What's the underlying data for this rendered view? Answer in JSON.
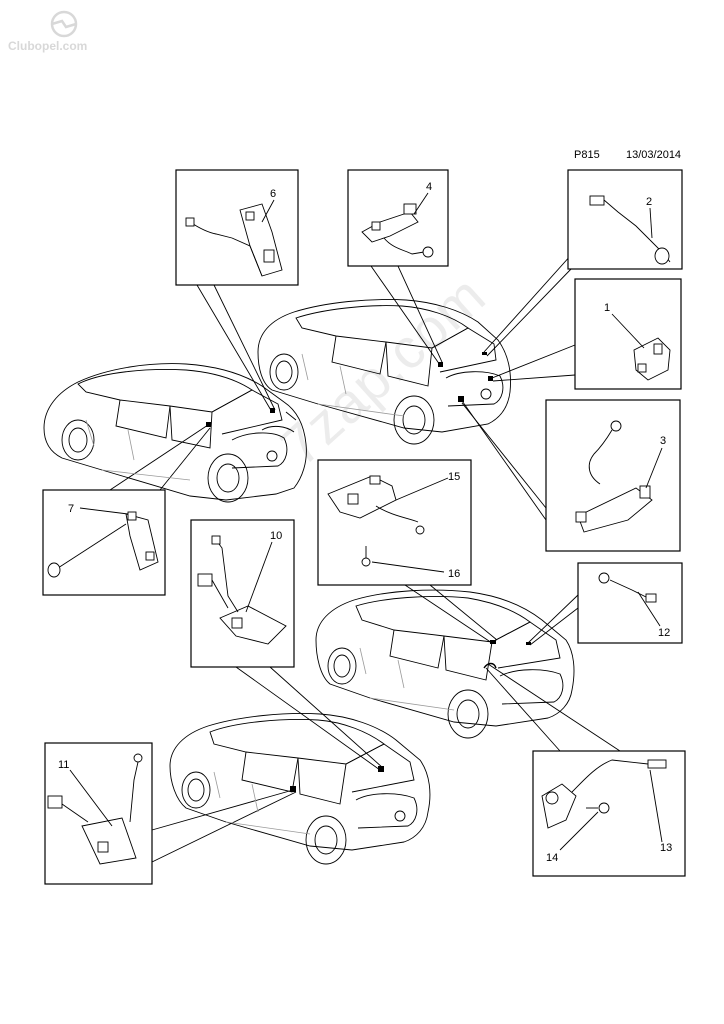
{
  "header": {
    "code": "P815",
    "date": "13/03/2014"
  },
  "watermark": {
    "logo_text": "Clubopel.com",
    "site_text": "7zap.com"
  },
  "callouts": [
    {
      "id": "1",
      "label": "1"
    },
    {
      "id": "2",
      "label": "2"
    },
    {
      "id": "3",
      "label": "3"
    },
    {
      "id": "4",
      "label": "4"
    },
    {
      "id": "6",
      "label": "6"
    },
    {
      "id": "7",
      "label": "7"
    },
    {
      "id": "10",
      "label": "10"
    },
    {
      "id": "11",
      "label": "11"
    },
    {
      "id": "12",
      "label": "12"
    },
    {
      "id": "13",
      "label": "13"
    },
    {
      "id": "14",
      "label": "14"
    },
    {
      "id": "15",
      "label": "15"
    },
    {
      "id": "16",
      "label": "16"
    }
  ]
}
